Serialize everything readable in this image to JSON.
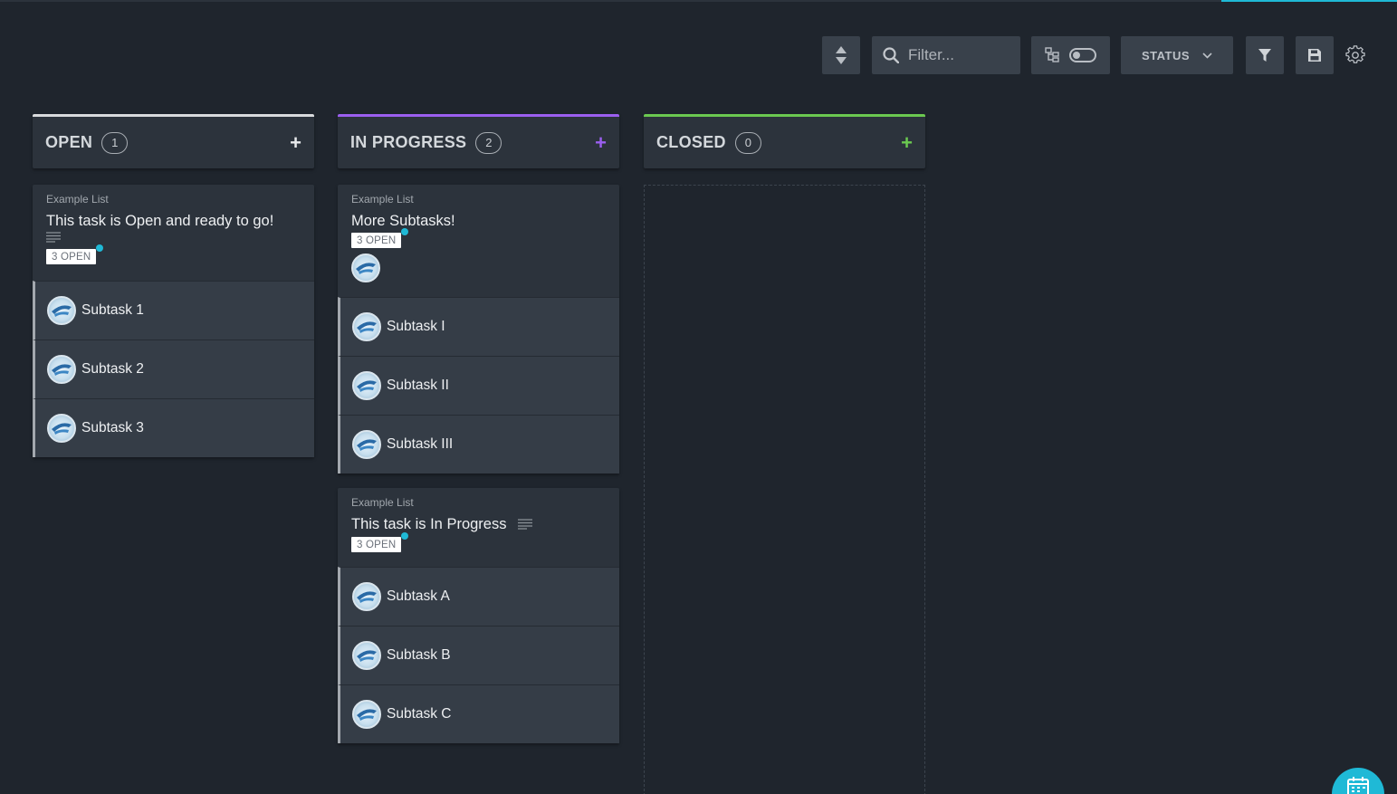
{
  "toolbar": {
    "filter_placeholder": "Filter...",
    "status_label": "STATUS"
  },
  "columns": [
    {
      "title": "OPEN",
      "count": "1",
      "color": "#d8dadc"
    },
    {
      "title": "IN PROGRESS",
      "count": "2",
      "color": "#9b5ff0"
    },
    {
      "title": "CLOSED",
      "count": "0",
      "color": "#6bc950"
    }
  ],
  "cards": [
    {
      "list": "Example List",
      "title": "This task is Open and ready to go!",
      "badge": "3 OPEN",
      "subtasks": [
        "Subtask 1",
        "Subtask 2",
        "Subtask 3"
      ]
    },
    {
      "list": "Example List",
      "title": "More Subtasks!",
      "badge": "3 OPEN",
      "subtasks": [
        "Subtask I",
        "Subtask II",
        "Subtask III"
      ]
    },
    {
      "list": "Example List",
      "title": "This task is In Progress",
      "badge": "3 OPEN",
      "subtasks": [
        "Subtask A",
        "Subtask B",
        "Subtask C"
      ]
    }
  ],
  "colors": {
    "background": "#1f252d",
    "panel": "#2c333c",
    "accent": "#1fb9d6",
    "in_progress": "#9b5ff0",
    "closed": "#6bc950"
  }
}
